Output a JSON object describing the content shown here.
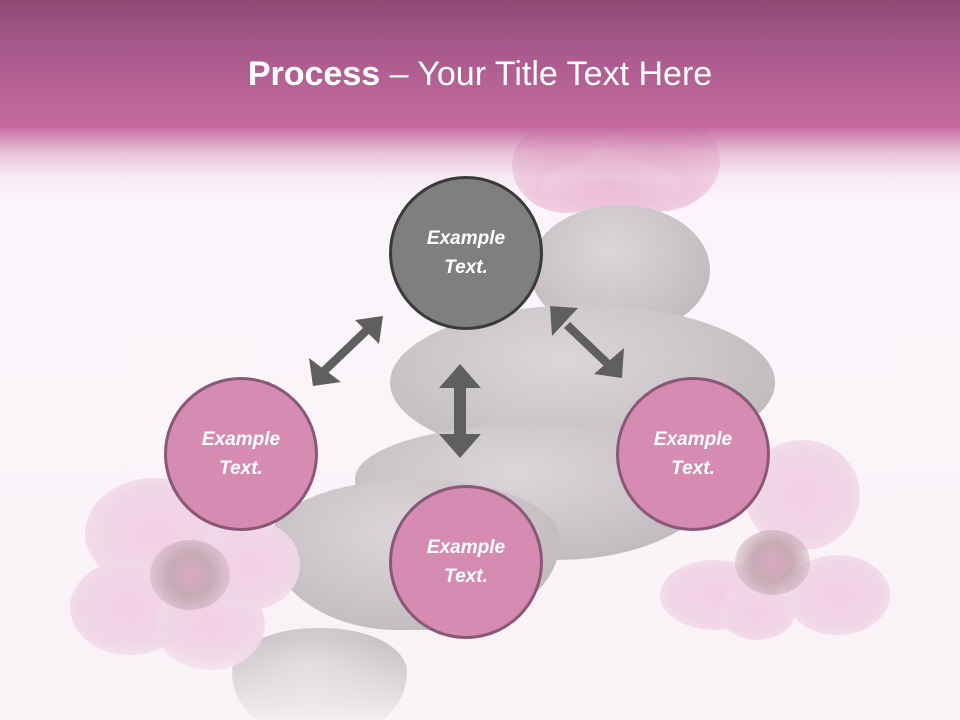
{
  "slide": {
    "title_bold": "Process",
    "title_rest": " – Your Title Text Here"
  },
  "colors": {
    "header_top": "#8c4a72",
    "header_bottom": "#c46a9d",
    "center_node_fill": "#7f7f7f",
    "center_node_border": "#3a3a3a",
    "outer_node_fill": "#d58bb2",
    "outer_node_border": "#8a5876",
    "arrow_fill": "#5f5f5f",
    "node_text": "#ffffff"
  },
  "diagram": {
    "nodes": [
      {
        "id": "top",
        "line1": "Example",
        "line2": "Text."
      },
      {
        "id": "left",
        "line1": "Example",
        "line2": "Text."
      },
      {
        "id": "bottom",
        "line1": "Example",
        "line2": "Text."
      },
      {
        "id": "right",
        "line1": "Example",
        "line2": "Text."
      }
    ],
    "arrows": [
      {
        "from": "top",
        "to": "left",
        "type": "double-headed",
        "icon": "double-arrow-diagonal-icon"
      },
      {
        "from": "top",
        "to": "bottom",
        "type": "double-headed",
        "icon": "double-arrow-vertical-icon"
      },
      {
        "from": "top",
        "to": "right",
        "type": "double-headed",
        "icon": "double-arrow-diagonal-icon"
      }
    ]
  }
}
